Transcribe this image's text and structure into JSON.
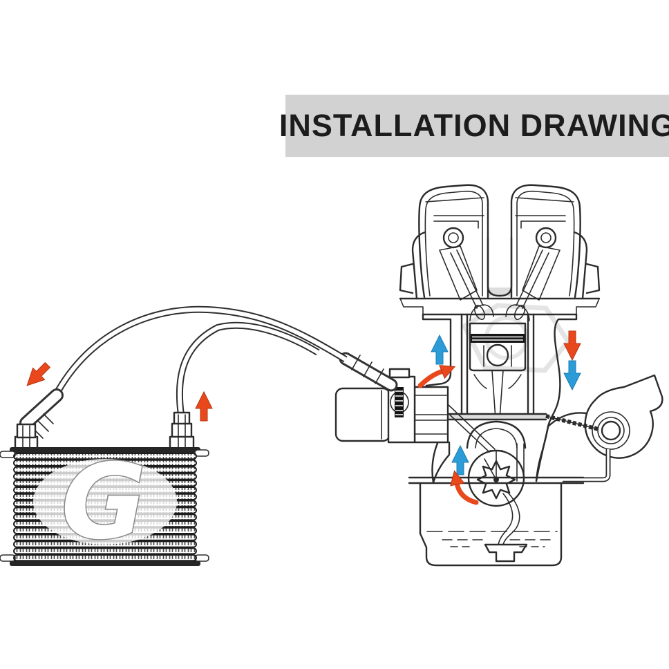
{
  "banner": {
    "title": "INSTALLATION DRAWING"
  },
  "oil_cooler": {
    "logo_letter": "G",
    "fin_rows": 16
  },
  "colors": {
    "banner_bg": "#d2d2d2",
    "banner_text": "#1c1c1c",
    "hot_arrow": "#e8481c",
    "cold_arrow": "#2b9cd8",
    "line_color": "#2b2b2b"
  },
  "flow_arrows": [
    {
      "id": "cooler-inlet-arrow",
      "color": "red",
      "direction": "down-left"
    },
    {
      "id": "cooler-outlet-arrow",
      "color": "red",
      "direction": "up"
    },
    {
      "id": "adapter-flow-arrow",
      "color": "red",
      "direction": "curved-up-right"
    },
    {
      "id": "cylinder-left-arrow",
      "color": "blue",
      "direction": "up"
    },
    {
      "id": "engine-right-hot-arrow",
      "color": "red",
      "direction": "down"
    },
    {
      "id": "engine-right-cool-arrow",
      "color": "blue",
      "direction": "down"
    },
    {
      "id": "pump-suction-arrow",
      "color": "blue",
      "direction": "up"
    },
    {
      "id": "pump-rotation-arrow",
      "color": "red",
      "direction": "curved-up"
    }
  ]
}
